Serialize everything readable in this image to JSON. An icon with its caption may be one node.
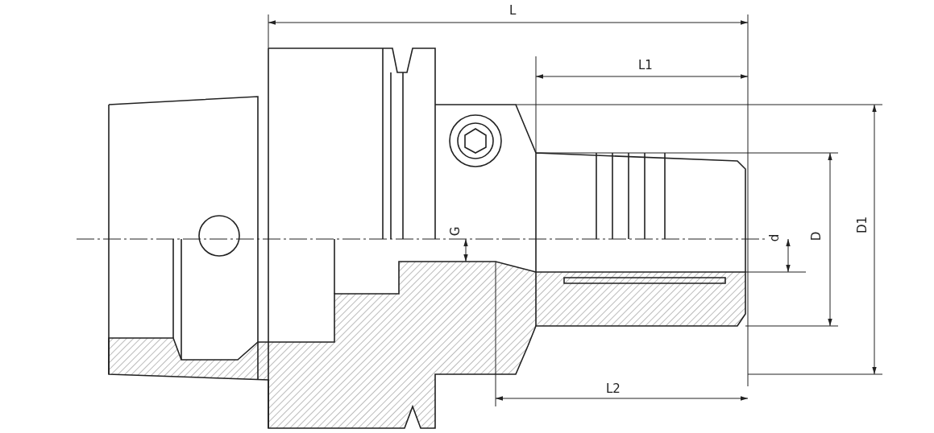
{
  "diagram": {
    "labels": [
      "L",
      "L1",
      "G",
      "d",
      "D",
      "D1",
      "L2"
    ]
  }
}
